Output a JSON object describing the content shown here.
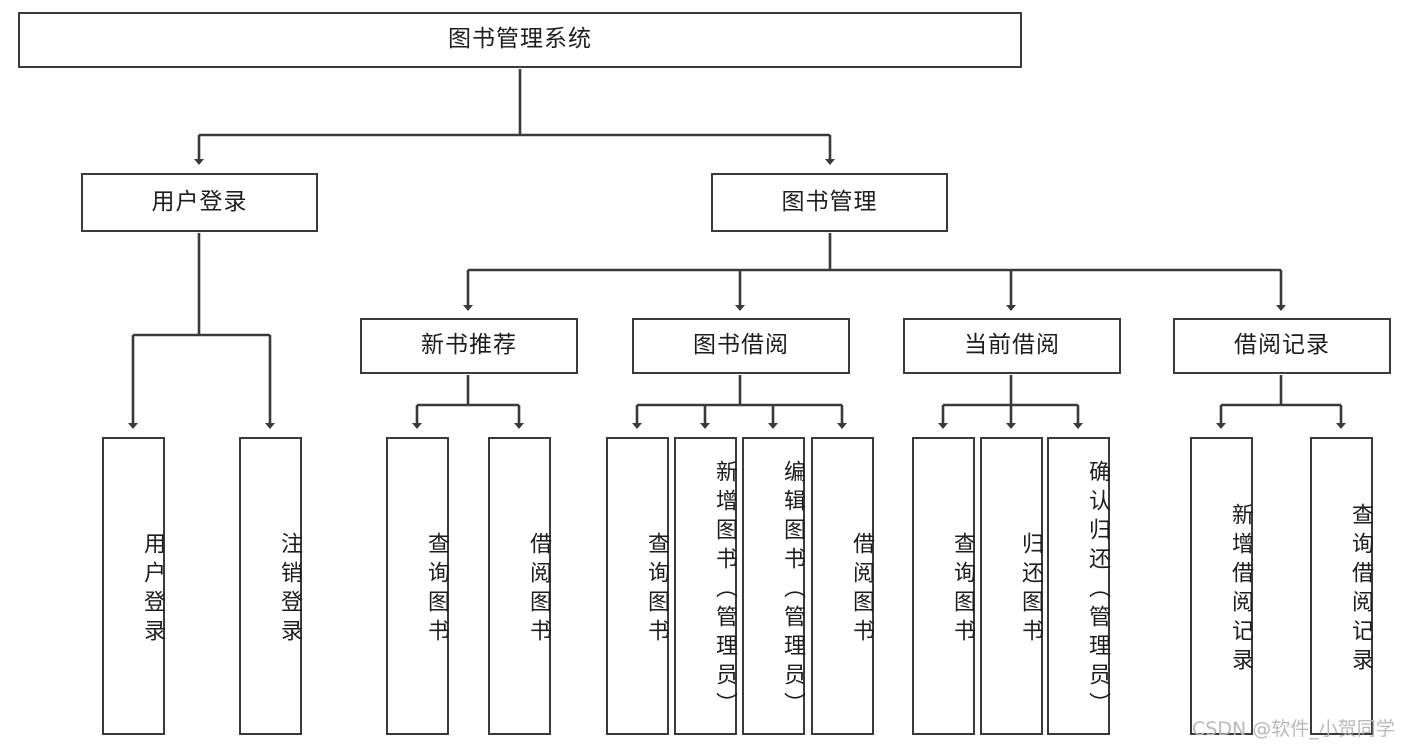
{
  "diagram": {
    "type": "tree-hierarchy",
    "title": "图书管理系统",
    "orientation": "top-down",
    "colors": {
      "box_border": "#3a3a3a",
      "box_fill": "#ffffff",
      "connector": "#3a3a3a",
      "text": "#1d1d1d",
      "watermark": "#b9b9b9"
    },
    "root": {
      "label": "图书管理系统"
    },
    "level2": [
      {
        "label": "用户登录"
      },
      {
        "label": "图书管理"
      }
    ],
    "level3": [
      {
        "label": "新书推荐"
      },
      {
        "label": "图书借阅"
      },
      {
        "label": "当前借阅"
      },
      {
        "label": "借阅记录"
      }
    ],
    "leaves": {
      "user_login": [
        {
          "label": "用户登录"
        },
        {
          "label": "注销登录"
        }
      ],
      "new_book_recommend": [
        {
          "label": "查询图书"
        },
        {
          "label": "借阅图书"
        }
      ],
      "book_borrow": [
        {
          "label": "查询图书"
        },
        {
          "label": "新增图书（管理员）"
        },
        {
          "label": "编辑图书（管理员）"
        },
        {
          "label": "借阅图书"
        }
      ],
      "current_borrow": [
        {
          "label": "查询图书"
        },
        {
          "label": "归还图书"
        },
        {
          "label": "确认归还（管理员）"
        }
      ],
      "borrow_records": [
        {
          "label": "新增借阅记录"
        },
        {
          "label": "查询借阅记录"
        }
      ]
    }
  },
  "watermark": {
    "text": "CSDN @软件_小贺同学"
  }
}
